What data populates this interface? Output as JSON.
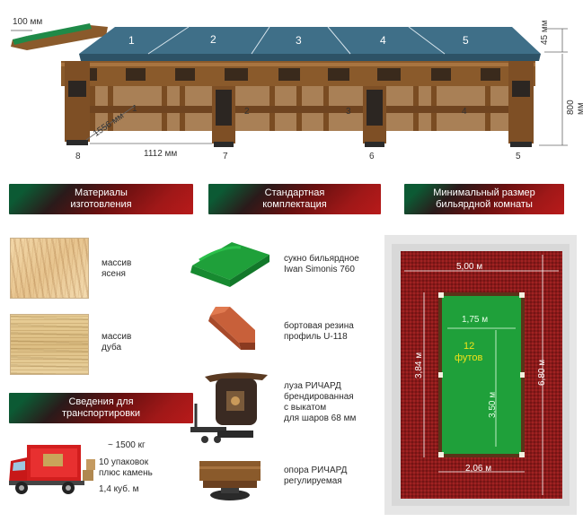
{
  "table": {
    "section_labels": [
      "1",
      "2",
      "3",
      "4",
      "5"
    ],
    "leg_labels": [
      "8",
      "7",
      "6",
      "5"
    ],
    "inner_labels": [
      "1",
      "2",
      "3",
      "4"
    ],
    "dim_cushion_width": "100 мм",
    "dim_top_height": "45 мм",
    "dim_table_height": "800 мм",
    "dim_depth": "1556 мм",
    "dim_leg_span": "1112 мм"
  },
  "materials": {
    "title": "Материалы\nизготовления",
    "items": [
      {
        "label": "массив\nясеня"
      },
      {
        "label": "массив\nдуба"
      }
    ]
  },
  "transport": {
    "title": "Сведения для\nтранспортировки",
    "weight": "~ 1500 кг",
    "packages": "10 упаковок\nплюс камень",
    "volume": "1,4 куб. м"
  },
  "standard": {
    "title": "Стандартная\nкомплектация",
    "items": [
      {
        "label": "сукно бильярдное\nIwan Simonis 760"
      },
      {
        "label": "бортовая резина\nпрофиль U-118"
      },
      {
        "label": "луза РИЧАРД\nбрендированная\nс выкатом\nдля шаров 68 мм"
      },
      {
        "label": "опора РИЧАРД\nрегулируемая"
      }
    ]
  },
  "room": {
    "title": "Минимальный размер\nбильярдной комнаты",
    "room_width": "5,00 м",
    "room_length": "6,80 м",
    "table_width": "2,06 м",
    "table_length": "3,84 м",
    "play_width": "1,75 м",
    "play_length": "3,50 м",
    "table_size_number": "12",
    "table_size_unit": "футов"
  },
  "colors": {
    "cloth_green": "#1fa03a",
    "carpet_red": "#8a1a1a",
    "table_blue": "#3f6f88",
    "wood": "#8a5a2b",
    "size_label_yellow": "#f2e21a"
  }
}
